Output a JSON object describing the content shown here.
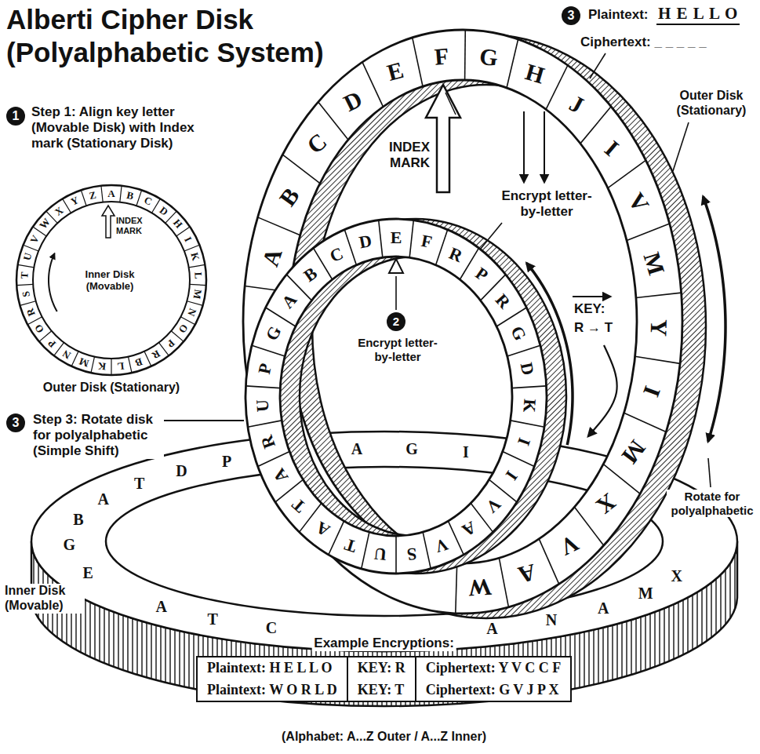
{
  "diagram": {
    "title": "Alberti Cipher Disk (Polyalphabetic System)",
    "nodes": [
      {
        "text": [
          "INDEX MARK",
          "Inner Disk (Movable)",
          "Outer Disk (Stationary)"
        ]
      },
      {
        "text": [
          "Example Encryptions:",
          "Plaintext: H E L L O",
          "KEY: R",
          "Ciphertext: Y V C C F",
          "Plaintext: W O R L D",
          "KEY: T",
          "Ciphertext: G V J P X"
        ]
      }
    ],
    "labels": [
      "1",
      "Step 1: Align key letter (Movable Disk) with Index mark (Stationary Disk)",
      "3",
      "Step 3: Rotate disk for polyalphabetic (Simple Shift)",
      "Inner Disk (Movable)",
      "INDEX MARK",
      "Encrypt letter-by-letter",
      "2",
      "Encrypt letter-by-letter",
      "KEY:",
      "R → T",
      "3",
      "Plaintext:",
      "H E L L O",
      "Ciphertext: _ _ _ _ _",
      "Outer Disk (Stationary)",
      "Rotate for polyalphabetic",
      "(Alphabet: A...Z Outer / A...Z Inner)",
      "A",
      "B",
      "C",
      "D",
      "H",
      "I",
      "K",
      "L",
      "M",
      "N",
      "O",
      "P",
      "R",
      "B",
      "L",
      "K",
      "M",
      "N",
      "P",
      "O",
      "R",
      "S",
      "T",
      "U",
      "V",
      "W",
      "X",
      "Y",
      "Z",
      "A",
      "B",
      "C",
      "D",
      "E",
      "F",
      "G",
      "H",
      "J",
      "I",
      "V",
      "M",
      "Y",
      "I",
      "M",
      "X",
      "V",
      "A",
      "W",
      "A",
      "R",
      "U",
      "P",
      "G",
      "A",
      "B",
      "C",
      "D",
      "E",
      "F",
      "R",
      "P",
      "R",
      "G",
      "D",
      "K",
      "I",
      "I",
      "V",
      "A",
      "V",
      "S",
      "U",
      "T",
      "A",
      "T",
      "E",
      "G",
      "B",
      "A",
      "T",
      "D",
      "P",
      "A",
      "G",
      "I",
      "A",
      "T",
      "C",
      "A",
      "N",
      "A",
      "M",
      "X"
    ]
  }
}
